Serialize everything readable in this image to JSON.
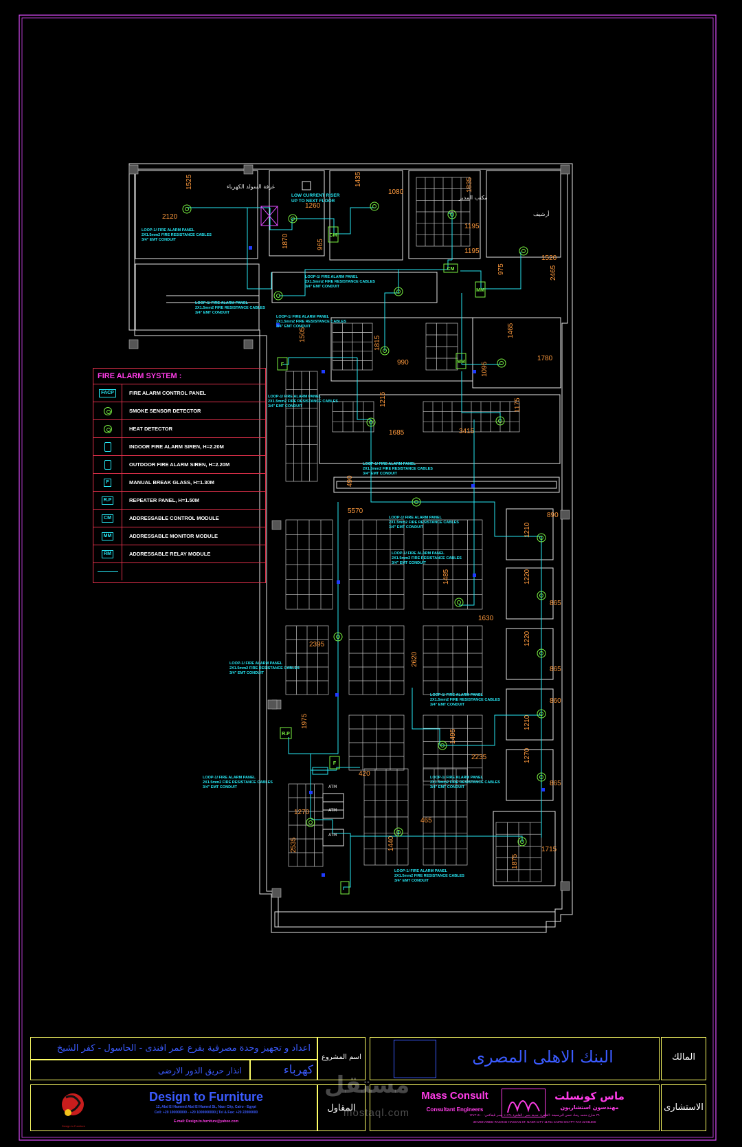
{
  "colors": {
    "frame": "#e04cff",
    "walls": "#e6e6e6",
    "conduit": "#27e8f5",
    "device": "#7bf542",
    "dimension": "#ff9a3d",
    "label": "#27e8f5",
    "legend_border": "#e0304a",
    "legend_title": "#ff3de8",
    "titleblock": "#ffff66",
    "blue_text": "#3b5bff"
  },
  "legend": {
    "title": "FIRE ALARM SYSTEM :",
    "items": [
      {
        "symbol": "FACP",
        "label": "FIRE ALARM CONTROL PANEL",
        "icon": "panel-box"
      },
      {
        "symbol": "",
        "label": "SMOKE SENSOR DETECTOR",
        "icon": "smoke-detector-icon"
      },
      {
        "symbol": "",
        "label": "HEAT DETECTOR",
        "icon": "heat-detector-icon"
      },
      {
        "symbol": "",
        "label": "INDOOR FIRE ALARM SIREN, H=2.20M",
        "icon": "siren-icon"
      },
      {
        "symbol": "",
        "label": "OUTDOOR FIRE ALARM SIREN, H=2.20M",
        "icon": "siren-icon"
      },
      {
        "symbol": "F",
        "label": "MANUAL BREAK GLASS, H=1.30M",
        "icon": "break-glass-icon"
      },
      {
        "symbol": "R.P",
        "label": "REPEATER PANEL, H=1.50M",
        "icon": "repeater-icon"
      },
      {
        "symbol": "CM",
        "label": "ADDRESSABLE CONTROL MODULE",
        "icon": "module-icon"
      },
      {
        "symbol": "MM",
        "label": "ADDRESSABLE MONITOR MODULE",
        "icon": "module-icon"
      },
      {
        "symbol": "RM",
        "label": "ADDRESSABLE RELAY MODULE",
        "icon": "module-icon"
      },
      {
        "symbol": "",
        "label": "",
        "icon": "cable-line-icon"
      }
    ]
  },
  "cable_note": {
    "line1": "LOOP-1/ FIRE ALARM PANEL",
    "line2": "2X1.5mm2 FIRE RESISTANCE CABLES",
    "line3": "3/4\" EMT CONDUIT"
  },
  "riser_note": {
    "line1": "LOW CURRENT RISER",
    "line2": "UP TO NEXT FLOOR"
  },
  "room_labels": {
    "electric_room": "غرفة السولد الكهرباء",
    "manager": "مكتب المدير",
    "archive": "أرشيف",
    "atm": "ATM"
  },
  "dimensions": [
    "1525",
    "2120",
    "1260",
    "1870",
    "965",
    "1435",
    "1080",
    "1835",
    "1195",
    "1195",
    "1520",
    "975",
    "2465",
    "1465",
    "1780",
    "1095",
    "1505",
    "1815",
    "990",
    "1215",
    "1685",
    "3415",
    "1175",
    "490",
    "5570",
    "890",
    "1210",
    "1220",
    "865",
    "1485",
    "1630",
    "2395",
    "2620",
    "1220",
    "865",
    "860",
    "1210",
    "1270",
    "865",
    "1495",
    "2235",
    "1975",
    "420",
    "1270",
    "465",
    "1440",
    "2535",
    "1715",
    "1875"
  ],
  "title_block": {
    "project_label": "اسم المشروع",
    "project_name": "اعداد و تجهيز وحدة مصرفية بفرع عمر افندى - الحاسول - كفر الشيخ",
    "discipline": "كهرباء",
    "drawing_title": "انذار حريق الدور الارضى",
    "owner_label": "المالك",
    "owner_name": "البنك الاهلى المصرى",
    "contractor_label": "المقاول",
    "contractor_company": "Design to Furniture",
    "contractor_address": "12, Abd El Hameed Abd El Hamed St., Nasr City, Cairo - Egypt",
    "contractor_contact": "Cell: +20 100000000 - +20 1000000000 | Tel & Fax: +20 22000000",
    "contractor_email": "E-mail: Design.to.furniture@yahoo.com",
    "contractor_logo_caption": "Design to Furniture",
    "consultant_label": "الاستشارى",
    "consultant_name_en": "Mass Consult",
    "consultant_subtitle_en": "Consultant Engineers",
    "consultant_name_ar": "ماس كونسلت",
    "consultant_subtitle_ar": "مهندسون استشاريون",
    "consultant_address_ar": "٣٩ شارع محمد رشاد حسن البرنسيفة -القاهرة -مدينة نصر - القاهرة ١١٧٦١ مصر تليفاكس: ٢٢٧٣١٥٠٠",
    "consultant_address_en": "39 MOHAMED RASHAD HASSAN ST. NASR CITY 11761 CAIRO EGYPT FAX 22731500",
    "watermark": "مستقل",
    "watermark_url": "mostaql.com"
  }
}
